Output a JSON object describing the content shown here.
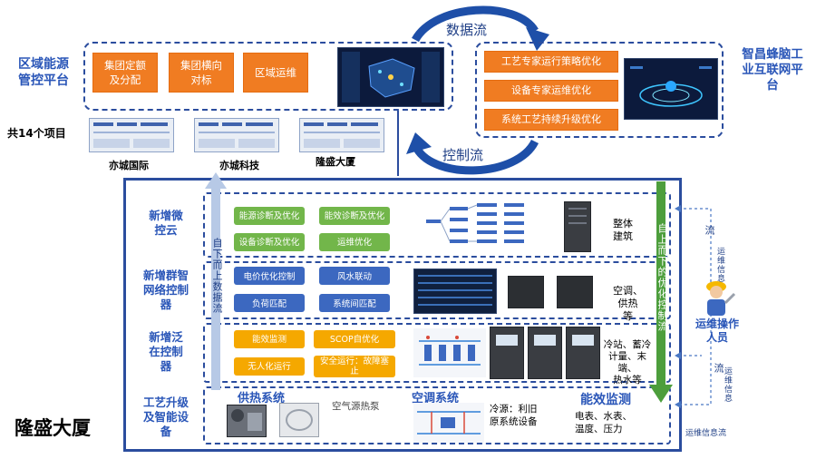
{
  "top_left": {
    "title": "区域能源\n管控平台",
    "buttons": [
      "集团定额\n及分配",
      "集团横向\n对标",
      "区域运维"
    ],
    "projects_label": "共14个项目",
    "project_names": [
      "亦城国际",
      "亦城科技",
      "隆盛大厦"
    ]
  },
  "flows": {
    "data_flow": "数据流",
    "control_flow": "控制流"
  },
  "top_right": {
    "title": "智昌蜂脑工\n业互联网平\n台",
    "buttons": [
      "工艺专家运行策略优化",
      "设备专家运维优化",
      "系统工艺持续升级优化"
    ]
  },
  "building_title": "隆盛大厦",
  "left_vertical": "自下而上数据流",
  "right_vertical": "自上而下的优化控制流",
  "rows": [
    {
      "label": "新增微\n控云",
      "buttons": [
        "能源诊断及优化",
        "能效诊断及优化",
        "设备诊断及优化",
        "运维优化"
      ],
      "side_label": "整体\n建筑"
    },
    {
      "label": "新增群智\n网络控制\n器",
      "buttons": [
        "电价优化控制",
        "风水联动",
        "负荷匹配",
        "系统间匹配"
      ],
      "side_label": "空调、\n供热\n等"
    },
    {
      "label": "新增泛\n在控制\n器",
      "buttons": [
        "能效监测",
        "SCOP自优化",
        "无人化运行",
        "安全运行：故障塞\n止"
      ],
      "side_label": "冷站、蓄冷\n计量、末端、\n热水等"
    },
    {
      "label": "工艺升级\n及智能设\n备",
      "sections": [
        "供热系统",
        "空调系统",
        "能效监测"
      ],
      "notes": [
        "空气源热泵",
        "冷源：利旧\n原系统设备",
        "电表、水表、\n温度、压力"
      ]
    }
  ],
  "maintenance": {
    "person_label": "运维操作\n人员",
    "flow_labels": [
      "运维信息",
      "运维信息",
      "运维信息流"
    ],
    "short_flows": [
      "流",
      "流"
    ]
  }
}
